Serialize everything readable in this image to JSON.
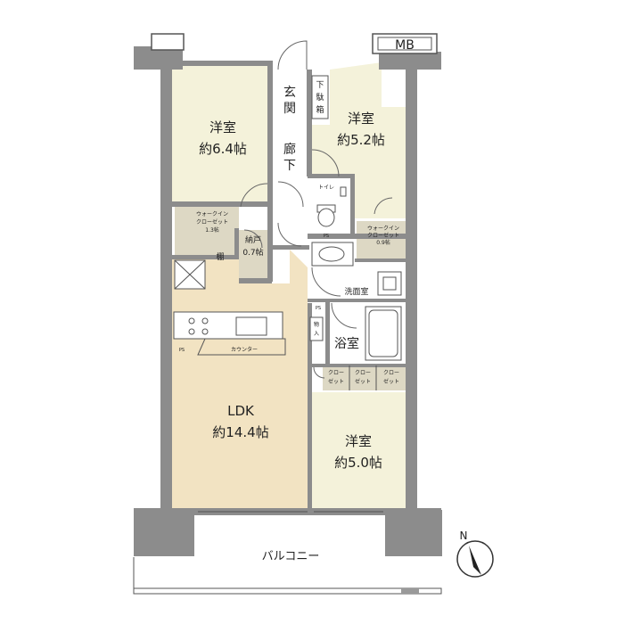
{
  "rooms": {
    "west_bedroom": {
      "name": "洋室",
      "size": "約6.4帖"
    },
    "east_bedroom": {
      "name": "洋室",
      "size": "約5.2帖"
    },
    "south_bedroom": {
      "name": "洋室",
      "size": "約5.0帖"
    },
    "ldk": {
      "name": "LDK",
      "size": "約14.4帖"
    }
  },
  "labels": {
    "entrance": [
      "玄",
      "関"
    ],
    "shoe_box": [
      "下",
      "駄",
      "箱"
    ],
    "hallway": [
      "廊",
      "下"
    ],
    "toilet": "トイレ",
    "wic_west": [
      "ウォークイン",
      "クローゼット",
      "1.3帖"
    ],
    "wic_east": [
      "ウォークイン",
      "クローゼット",
      "0.9帖"
    ],
    "storage": [
      "納戸",
      "0.7帖"
    ],
    "shelf": "棚",
    "washroom": "洗面室",
    "bath": "浴室",
    "counter": "カウンター",
    "closets": [
      [
        "クロー",
        "ゼット"
      ],
      [
        "クロー",
        "ゼット"
      ],
      [
        "クロー",
        "ゼット"
      ]
    ],
    "mono_ire": [
      "物",
      "入"
    ],
    "mb": "MB",
    "balcony": "バルコニー",
    "north": "N",
    "ps": "PS"
  },
  "colors": {
    "wall": "#8c8c8c",
    "bedroom_floor": "#f4f2da",
    "ldk_floor": "#f2e3c2",
    "wet_area": "#ffffff",
    "storage_floor": "#ddd8c4"
  }
}
